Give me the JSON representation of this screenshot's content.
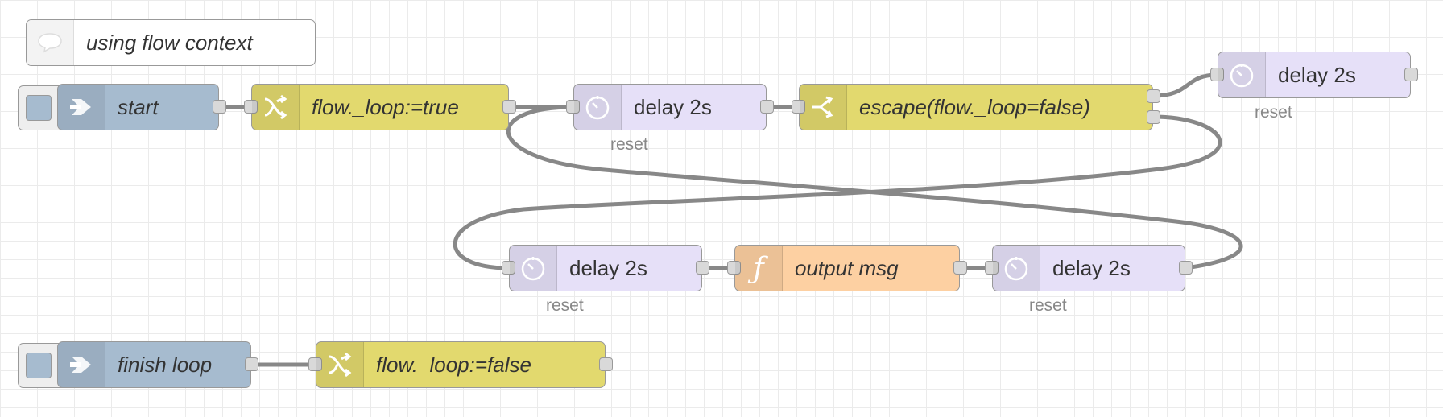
{
  "comment": {
    "label": "using flow context",
    "icon": "comment-icon"
  },
  "nodes": {
    "start": {
      "label": "start",
      "icon": "arrow-icon",
      "type": "inject"
    },
    "set_true": {
      "label": "flow._loop:=true",
      "icon": "shuffle-icon",
      "type": "change"
    },
    "delay_top": {
      "label": "delay 2s",
      "icon": "timer-icon",
      "status": "reset"
    },
    "escape": {
      "label": "escape(flow._loop=false)",
      "icon": "switch-icon",
      "type": "switch"
    },
    "delay_exit": {
      "label": "delay 2s",
      "icon": "timer-icon",
      "status": "reset"
    },
    "delay_mid_left": {
      "label": "delay 2s",
      "icon": "timer-icon",
      "status": "reset"
    },
    "output": {
      "label": "output msg",
      "icon": "function-icon",
      "type": "function"
    },
    "delay_mid_right": {
      "label": "delay 2s",
      "icon": "timer-icon",
      "status": "reset"
    },
    "finish": {
      "label": "finish loop",
      "icon": "arrow-icon",
      "type": "inject"
    },
    "set_false": {
      "label": "flow._loop:=false",
      "icon": "shuffle-icon",
      "type": "change"
    }
  },
  "colors": {
    "inject": "#a6bbcf",
    "change": "#e2d96e",
    "delay": "#e6e0f8",
    "function": "#fdd0a2",
    "wire": "#888888",
    "grid": "#ebebeb"
  }
}
